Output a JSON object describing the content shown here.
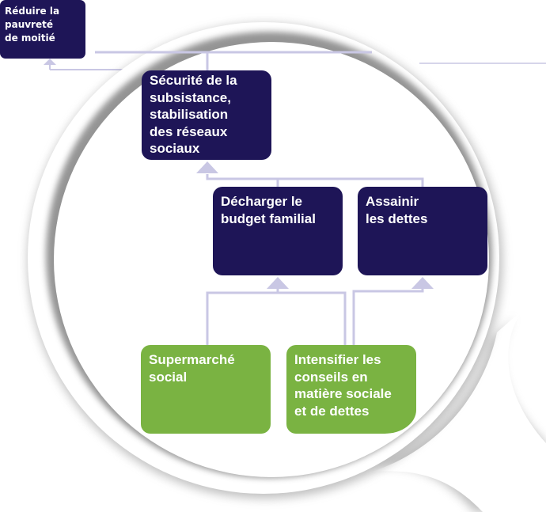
{
  "diagram": {
    "title": "Objective tree (magnified)",
    "colors": {
      "goal_box": "#1e1557",
      "measure_box": "#7ab342",
      "connector": "#c9c7e4",
      "text": "#ffffff"
    },
    "nodes": {
      "top_goal": {
        "label": "Réduire la\npauvreté\nde moitié",
        "level": 0
      },
      "subsistence": {
        "label": "Sécurité de la\nsubsistance,\nstabilisation\ndes réseaux\nsociaux",
        "level": 1
      },
      "budget": {
        "label": "Décharger le\nbudget familial",
        "level": 2
      },
      "debts": {
        "label": "Assainir\nles dettes",
        "level": 2
      },
      "supermarket": {
        "label": "Supermarché\nsocial",
        "level": 3
      },
      "counselling": {
        "label": "Intensifier les\nconseils en\nmatière sociale\net de dettes",
        "level": 3
      }
    },
    "edges": [
      {
        "from": "subsistence",
        "to": "top_goal"
      },
      {
        "from": "budget",
        "to": "subsistence"
      },
      {
        "from": "debts",
        "to": "subsistence"
      },
      {
        "from": "supermarket",
        "to": "budget"
      },
      {
        "from": "counselling",
        "to": "budget"
      },
      {
        "from": "counselling",
        "to": "debts"
      }
    ]
  }
}
